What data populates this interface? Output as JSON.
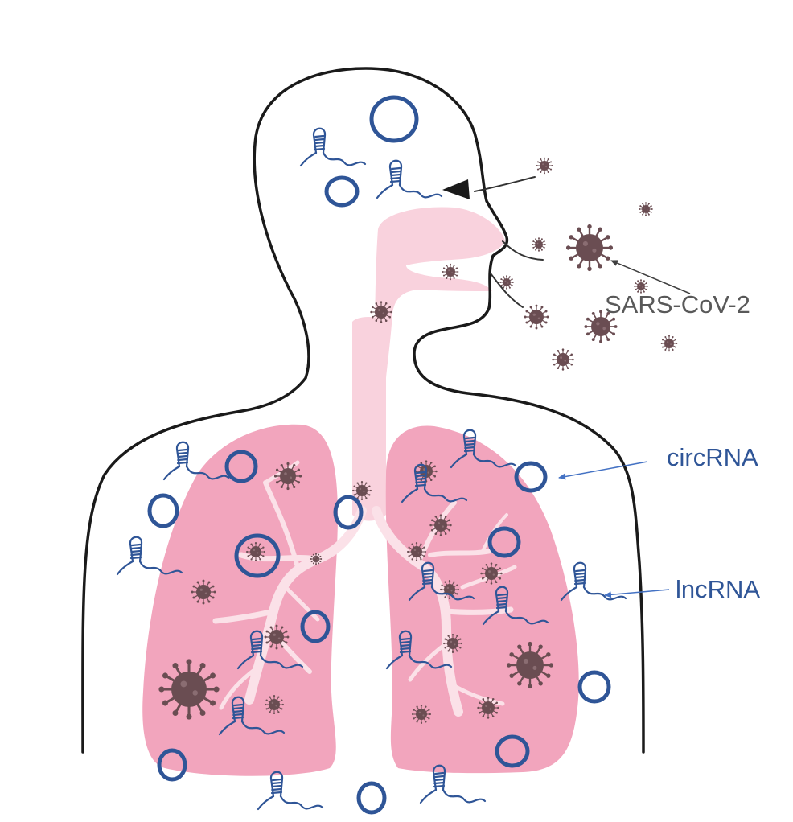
{
  "labels": {
    "virus": "SARS-CoV-2",
    "circrna": "circRNA",
    "lncrna": "lncRNA"
  },
  "colors": {
    "body_outline": "#1a1a1a",
    "lung_fill": "#f2a5bd",
    "airway_fill": "#f9d2dd",
    "bronchi": "#fbe1e8",
    "virus_fill": "#6a4d52",
    "virus_label": "#595959",
    "rna_color": "#2f5597",
    "arrow_gray": "#404040",
    "arrow_blue": "#4472c4"
  },
  "icons": [
    "virus-particle-icon",
    "circrna-ring-icon",
    "lncrna-hairpin-icon",
    "eye-icon"
  ]
}
